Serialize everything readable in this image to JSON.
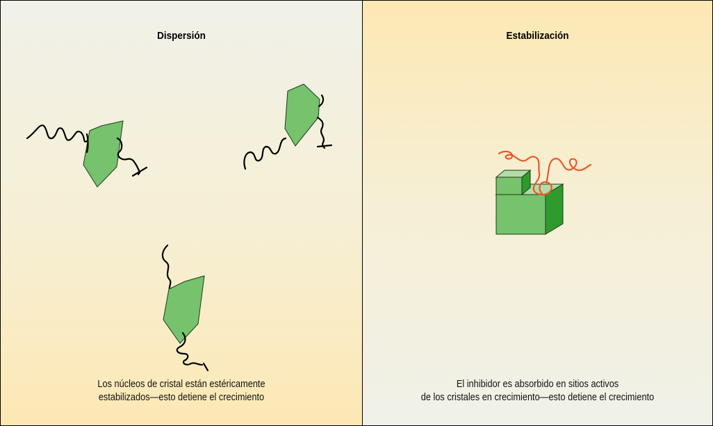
{
  "left_panel": {
    "title": "Dispersión",
    "caption_line1": "Los núcleos de cristal están estéricamente",
    "caption_line2": "estabilizados—esto detiene el crecimiento"
  },
  "right_panel": {
    "title": "Estabilización",
    "caption_line1": "El inhibidor es absorbido en sitios activos",
    "caption_line2": "de los cristales en crecimiento—esto detiene el crecimiento"
  },
  "colors": {
    "crystal": "#76c26d",
    "crystal_dark": "#2f9b2c",
    "crystal_light": "#b5dba8",
    "inhibitor": "#e8582a",
    "polymer_chain": "#000000"
  }
}
